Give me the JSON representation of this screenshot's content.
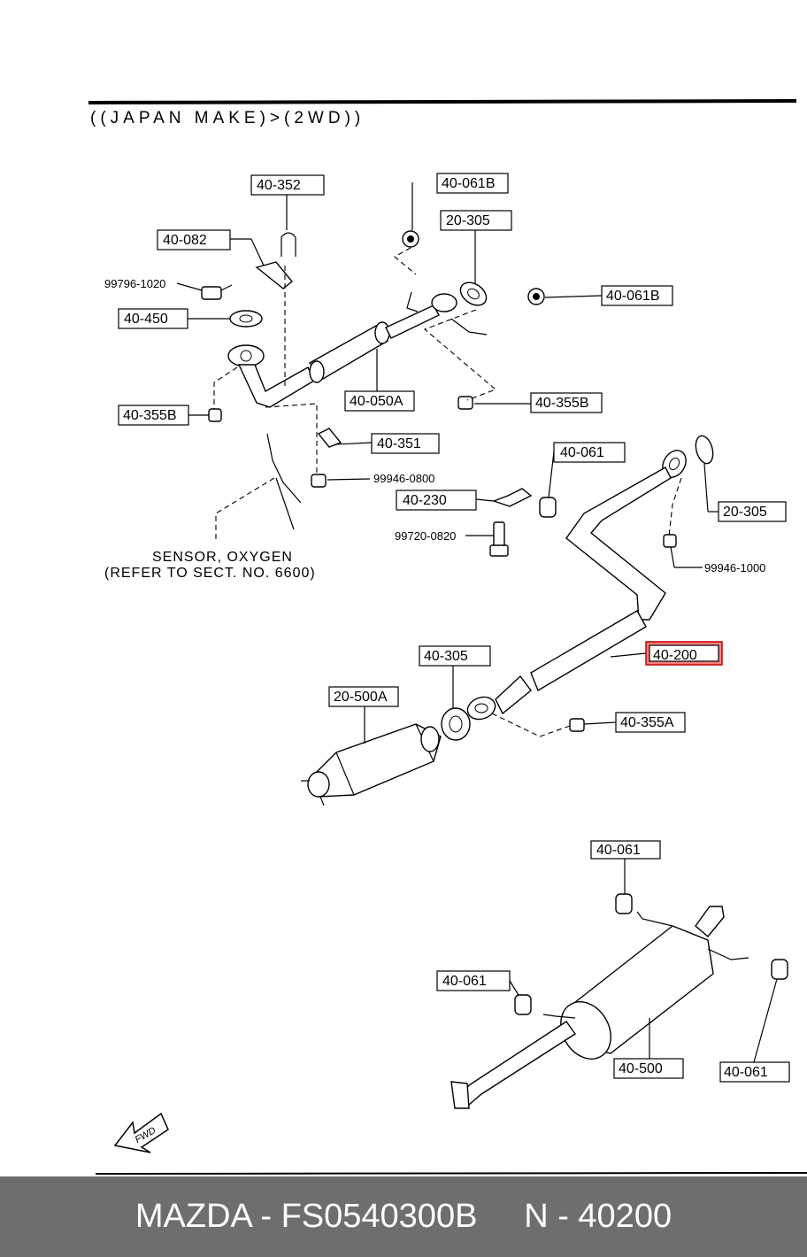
{
  "header": {
    "title": "((JAPAN MAKE)>(2WD))"
  },
  "labels": {
    "p40_352": "40-352",
    "p40_061b_top": "40-061B",
    "p20_305_top": "20-305",
    "p40_082": "40-082",
    "p99796_1020": "99796-1020",
    "p40_450": "40-450",
    "p40_061b_right": "40-061B",
    "p40_355b_left": "40-355B",
    "p40_050a": "40-050A",
    "p40_355b_right": "40-355B",
    "p40_351": "40-351",
    "p99946_0800": "99946-0800",
    "p40_061_mid": "40-061",
    "p40_230": "40-230",
    "p20_305_right": "20-305",
    "p99720_0820": "99720-0820",
    "p99946_1000": "99946-1000",
    "p40_305": "40-305",
    "p40_200": "40-200",
    "p20_500a": "20-500A",
    "p40_355a": "40-355A",
    "p40_061_b1": "40-061",
    "p40_061_b2": "40-061",
    "p40_500": "40-500",
    "p40_061_b3": "40-061"
  },
  "sensor_note": {
    "line1": "SENSOR, OXYGEN",
    "line2": "(REFER TO SECT. NO. 6600)"
  },
  "fwd_label": "FWD",
  "highlight": {
    "part": "40-200",
    "color": "#ff8080"
  },
  "footer": {
    "text": "MAZDA - FS0540300B     N - 40200",
    "background": "#6e6e6e"
  }
}
